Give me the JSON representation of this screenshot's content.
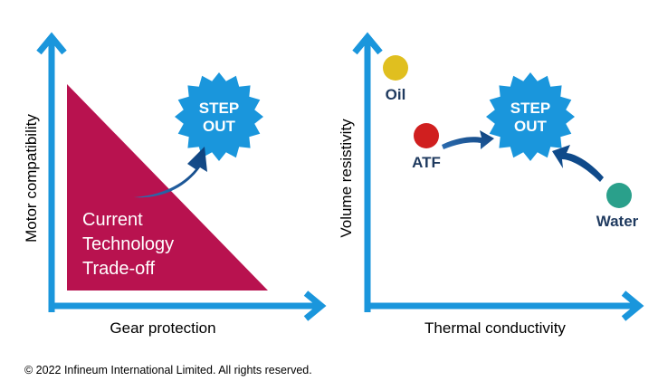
{
  "left_panel": {
    "y_axis_label": "Motor compatibility",
    "x_axis_label": "Gear protection",
    "triangle_lines": [
      "Current",
      "Technology",
      "Trade-off"
    ],
    "badge_lines": [
      "STEP",
      "OUT"
    ]
  },
  "right_panel": {
    "y_axis_label": "Volume resistivity",
    "x_axis_label": "Thermal conductivity",
    "badge_lines": [
      "STEP",
      "OUT"
    ],
    "points": [
      {
        "label": "Oil",
        "color": "#e0bf1f"
      },
      {
        "label": "ATF",
        "color": "#d01f1f"
      },
      {
        "label": "Water",
        "color": "#2aa08b"
      }
    ]
  },
  "colors": {
    "axis": "#1a96dc",
    "triangle": "#b8124f",
    "badge": "#1a96dc",
    "arrow": "#0f4a8a",
    "dot_label": "#1f3a5f"
  },
  "footer": "© 2022 Infineum International Limited. All rights reserved."
}
